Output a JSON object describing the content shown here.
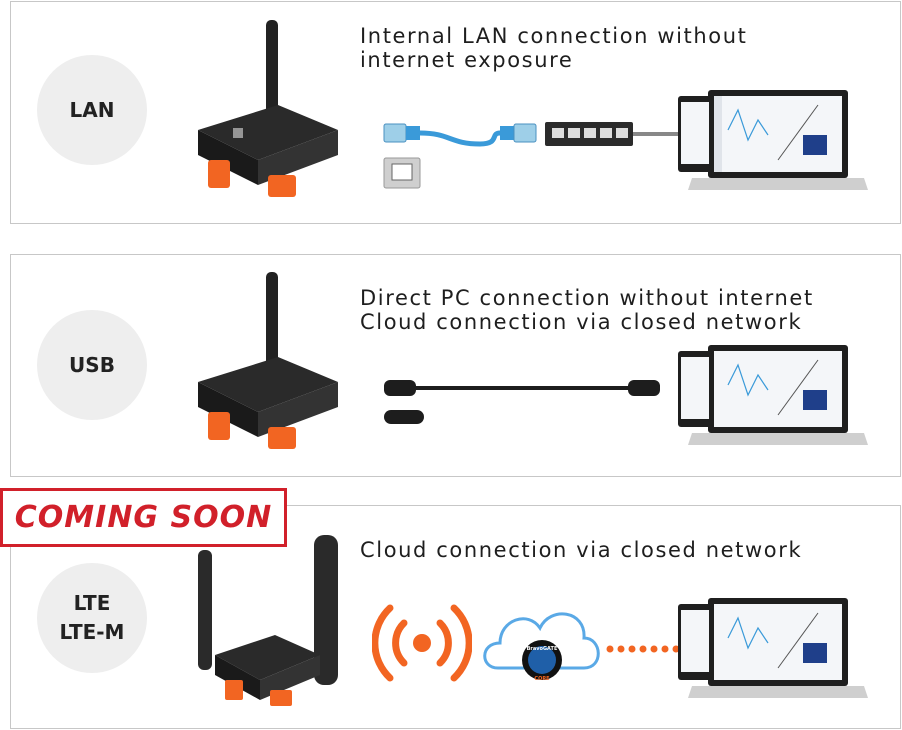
{
  "rows": [
    {
      "label": "LAN",
      "lines": [
        "Internal LAN connection without",
        "internet exposure"
      ]
    },
    {
      "label": "USB",
      "lines": [
        "Direct PC connection without internet",
        "Cloud connection via closed network"
      ]
    },
    {
      "label_line1": "LTE",
      "label_line2": "LTE-M",
      "lines": [
        "Cloud connection via closed network"
      ]
    }
  ],
  "badge": {
    "coming_soon": "COMING SOON"
  },
  "logo": {
    "brand": "BravoGATE",
    "sub": "CORE"
  },
  "colors": {
    "accent_red": "#d1202a",
    "orange": "#f26522",
    "cable_blue": "#3a9ad9",
    "cloud_blue": "#5aa9e6"
  }
}
